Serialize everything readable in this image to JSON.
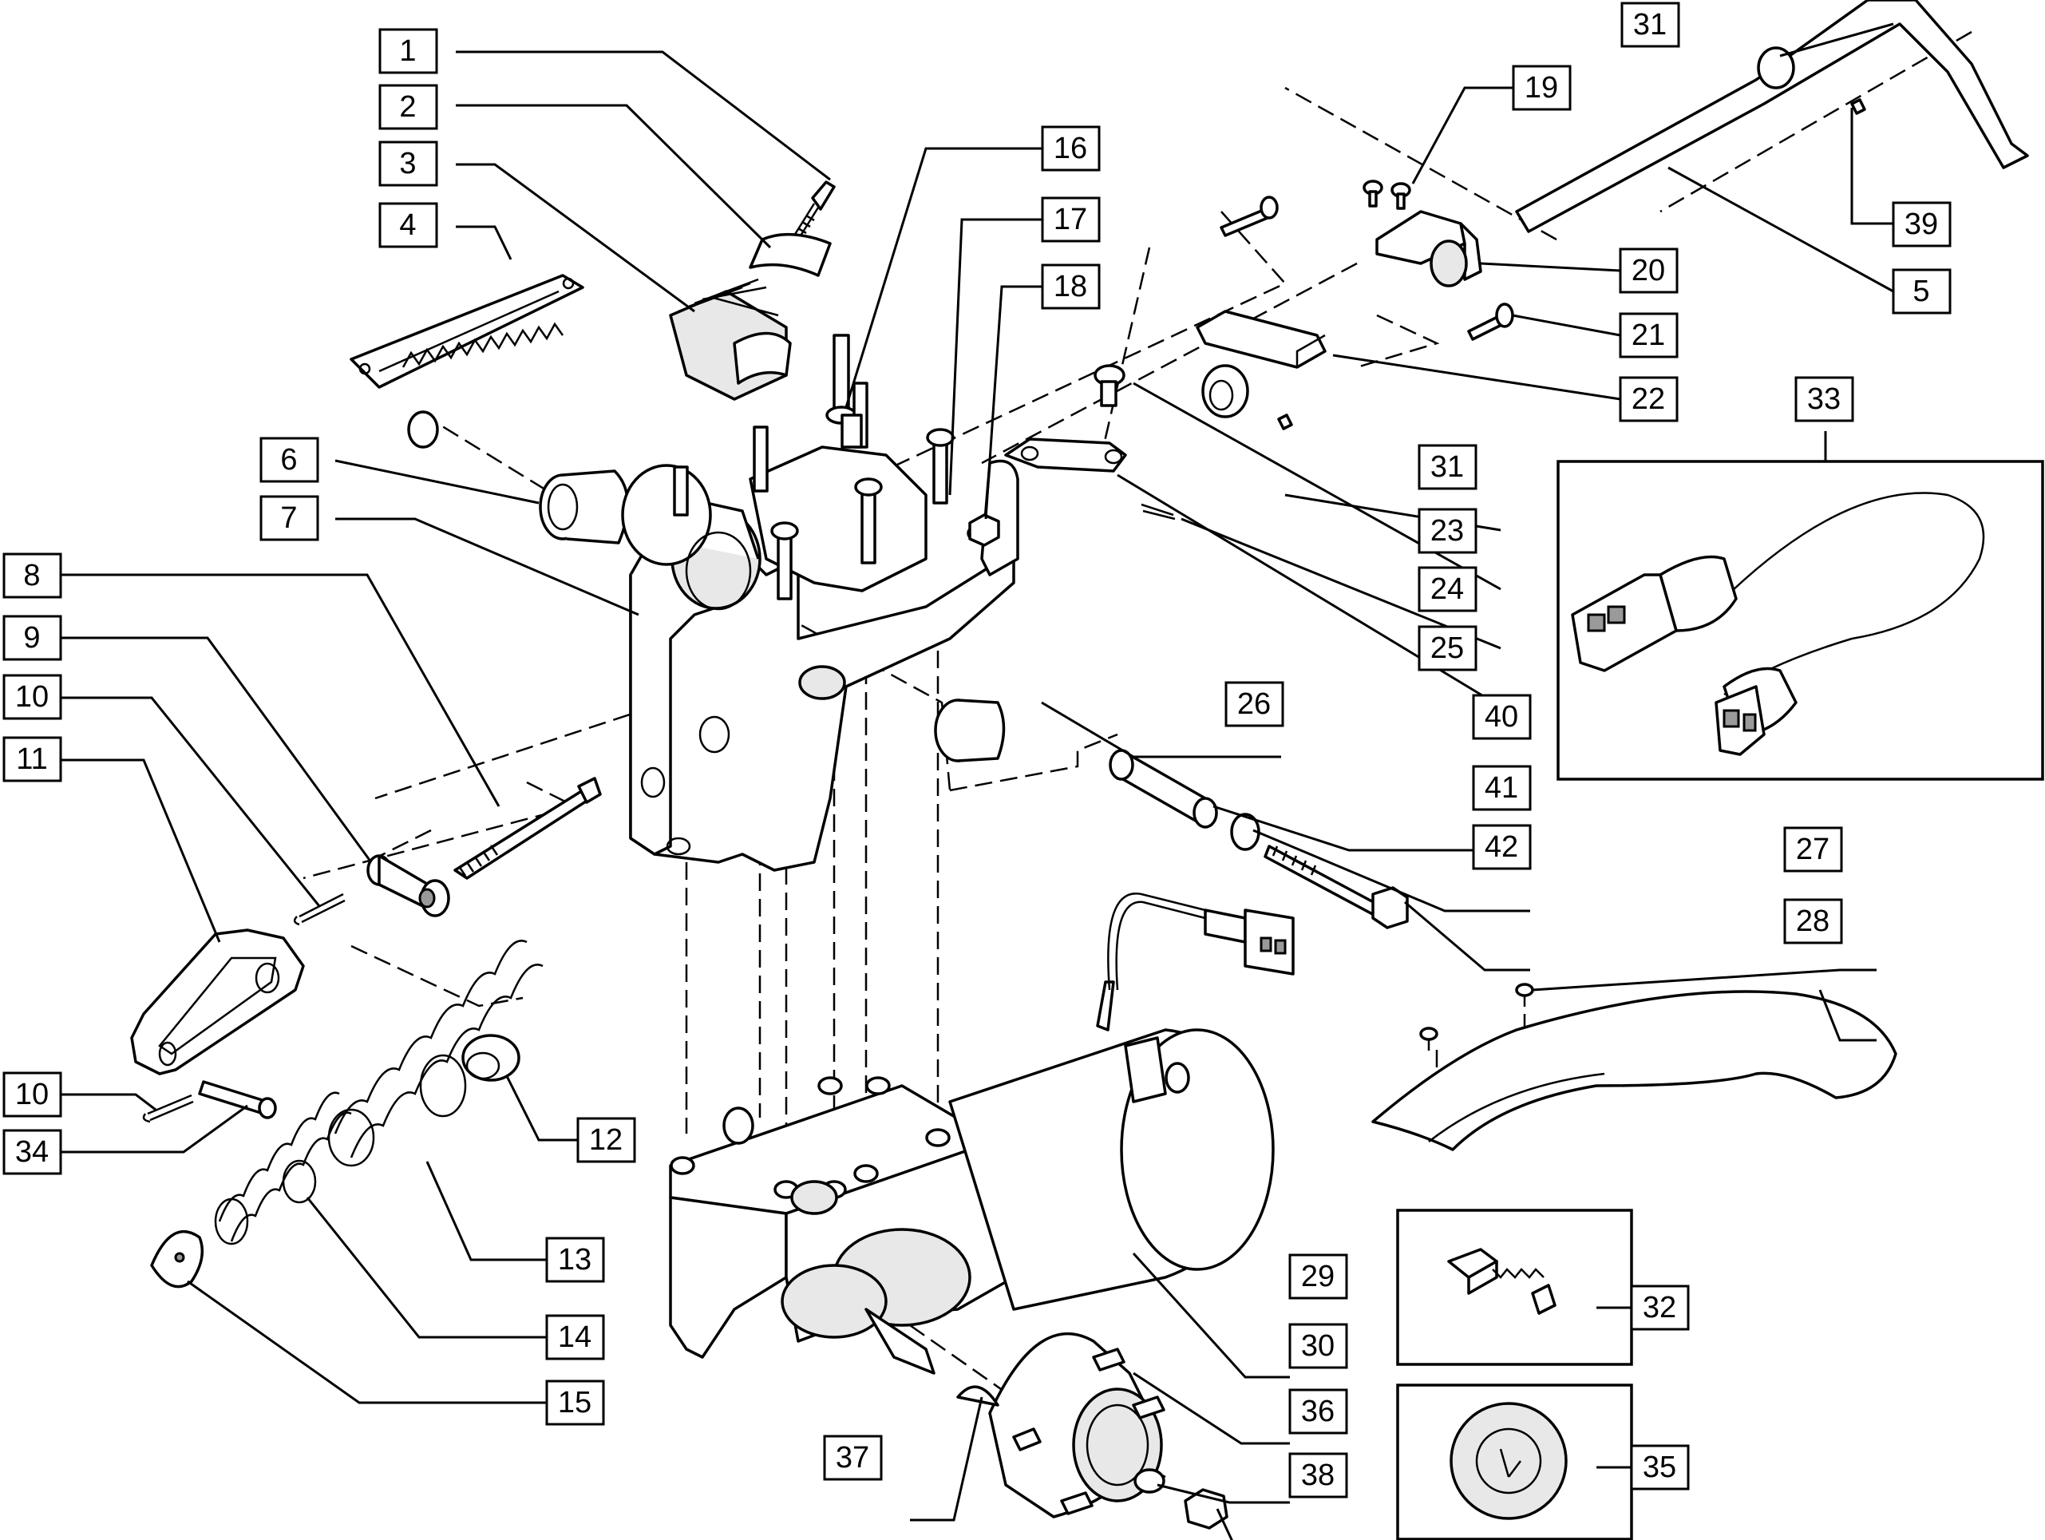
{
  "callouts": [
    {
      "id": "c1",
      "label": "1"
    },
    {
      "id": "c2",
      "label": "2"
    },
    {
      "id": "c3",
      "label": "3"
    },
    {
      "id": "c4",
      "label": "4"
    },
    {
      "id": "c5",
      "label": "5"
    },
    {
      "id": "c6",
      "label": "6"
    },
    {
      "id": "c7",
      "label": "7"
    },
    {
      "id": "c8",
      "label": "8"
    },
    {
      "id": "c9",
      "label": "9"
    },
    {
      "id": "c10a",
      "label": "10"
    },
    {
      "id": "c10b",
      "label": "10"
    },
    {
      "id": "c11",
      "label": "11"
    },
    {
      "id": "c12",
      "label": "12"
    },
    {
      "id": "c13",
      "label": "13"
    },
    {
      "id": "c14",
      "label": "14"
    },
    {
      "id": "c15",
      "label": "15"
    },
    {
      "id": "c16",
      "label": "16"
    },
    {
      "id": "c17",
      "label": "17"
    },
    {
      "id": "c18",
      "label": "18"
    },
    {
      "id": "c19",
      "label": "19"
    },
    {
      "id": "c20",
      "label": "20"
    },
    {
      "id": "c21",
      "label": "21"
    },
    {
      "id": "c22",
      "label": "22"
    },
    {
      "id": "c23",
      "label": "23"
    },
    {
      "id": "c24",
      "label": "24"
    },
    {
      "id": "c25",
      "label": "25"
    },
    {
      "id": "c26",
      "label": "26"
    },
    {
      "id": "c27",
      "label": "27"
    },
    {
      "id": "c28",
      "label": "28"
    },
    {
      "id": "c29",
      "label": "29"
    },
    {
      "id": "c30",
      "label": "30"
    },
    {
      "id": "c31a",
      "label": "31"
    },
    {
      "id": "c31b",
      "label": "31"
    },
    {
      "id": "c32",
      "label": "32"
    },
    {
      "id": "c33",
      "label": "33"
    },
    {
      "id": "c34",
      "label": "34"
    },
    {
      "id": "c35",
      "label": "35"
    },
    {
      "id": "c36",
      "label": "36"
    },
    {
      "id": "c37",
      "label": "37"
    },
    {
      "id": "c38",
      "label": "38"
    },
    {
      "id": "c39",
      "label": "39"
    },
    {
      "id": "c40",
      "label": "40"
    },
    {
      "id": "c41",
      "label": "41"
    },
    {
      "id": "c42",
      "label": "42"
    }
  ]
}
